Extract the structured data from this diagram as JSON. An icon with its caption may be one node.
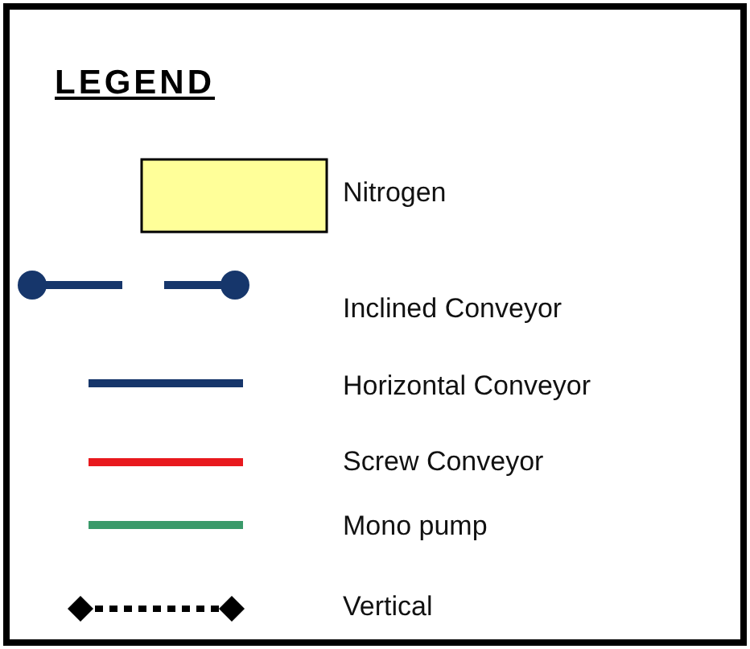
{
  "diagram": {
    "title": "LEGEND",
    "legend": [
      {
        "text": "Nitrogen",
        "color": "#ffff99"
      },
      {
        "text": "Inclined Conveyor"
      },
      {
        "text": "Horizontal Conveyor"
      },
      {
        "text": "Screw Conveyor"
      },
      {
        "text": "Mono pump"
      },
      {
        "text": "Vertical"
      }
    ]
  }
}
